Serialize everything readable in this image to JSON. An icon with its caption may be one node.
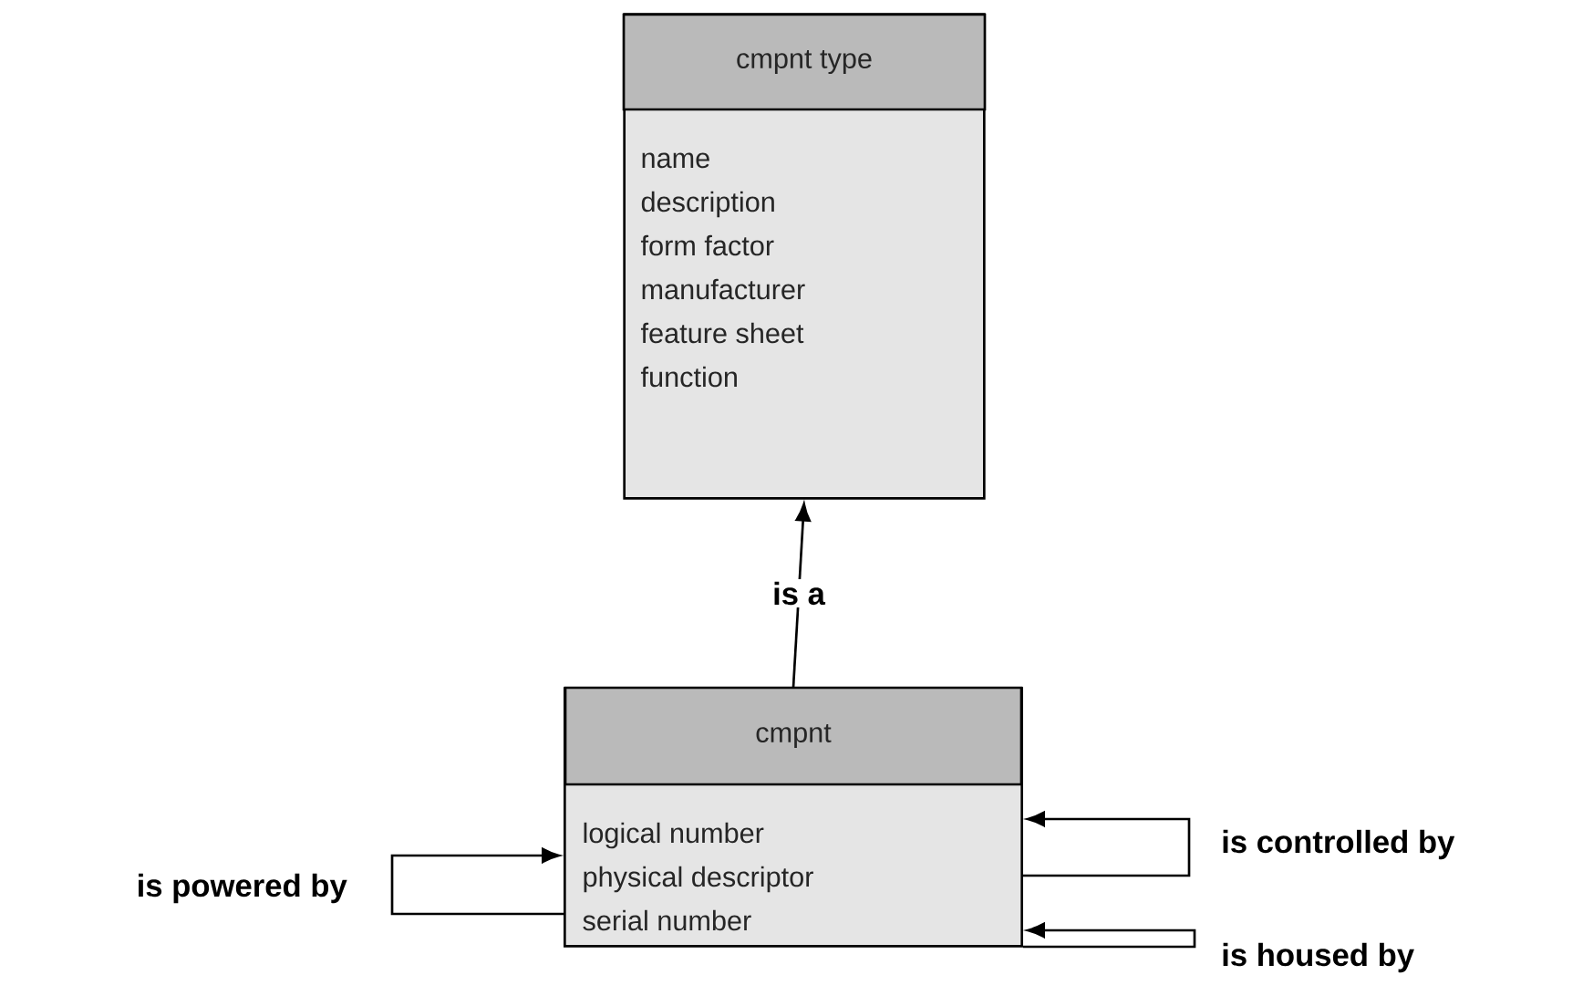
{
  "diagram": {
    "nodes": [
      {
        "text": [
          "cmpnt type",
          "name",
          "description",
          "form factor",
          "manufacturer",
          "feature sheet",
          "function"
        ]
      },
      {
        "text": [
          "cmpnt",
          "logical number",
          "physical descriptor",
          "serial number"
        ]
      }
    ],
    "edges": [
      {
        "from": 1,
        "to": 0,
        "arrow": "to",
        "label": "is a"
      },
      {
        "from": 1,
        "to": 1,
        "arrow": "to",
        "label": "is powered by"
      },
      {
        "from": 1,
        "to": 1,
        "arrow": "to",
        "label": "is controlled by"
      },
      {
        "from": 1,
        "to": 1,
        "arrow": "to",
        "label": "is housed by"
      }
    ]
  }
}
